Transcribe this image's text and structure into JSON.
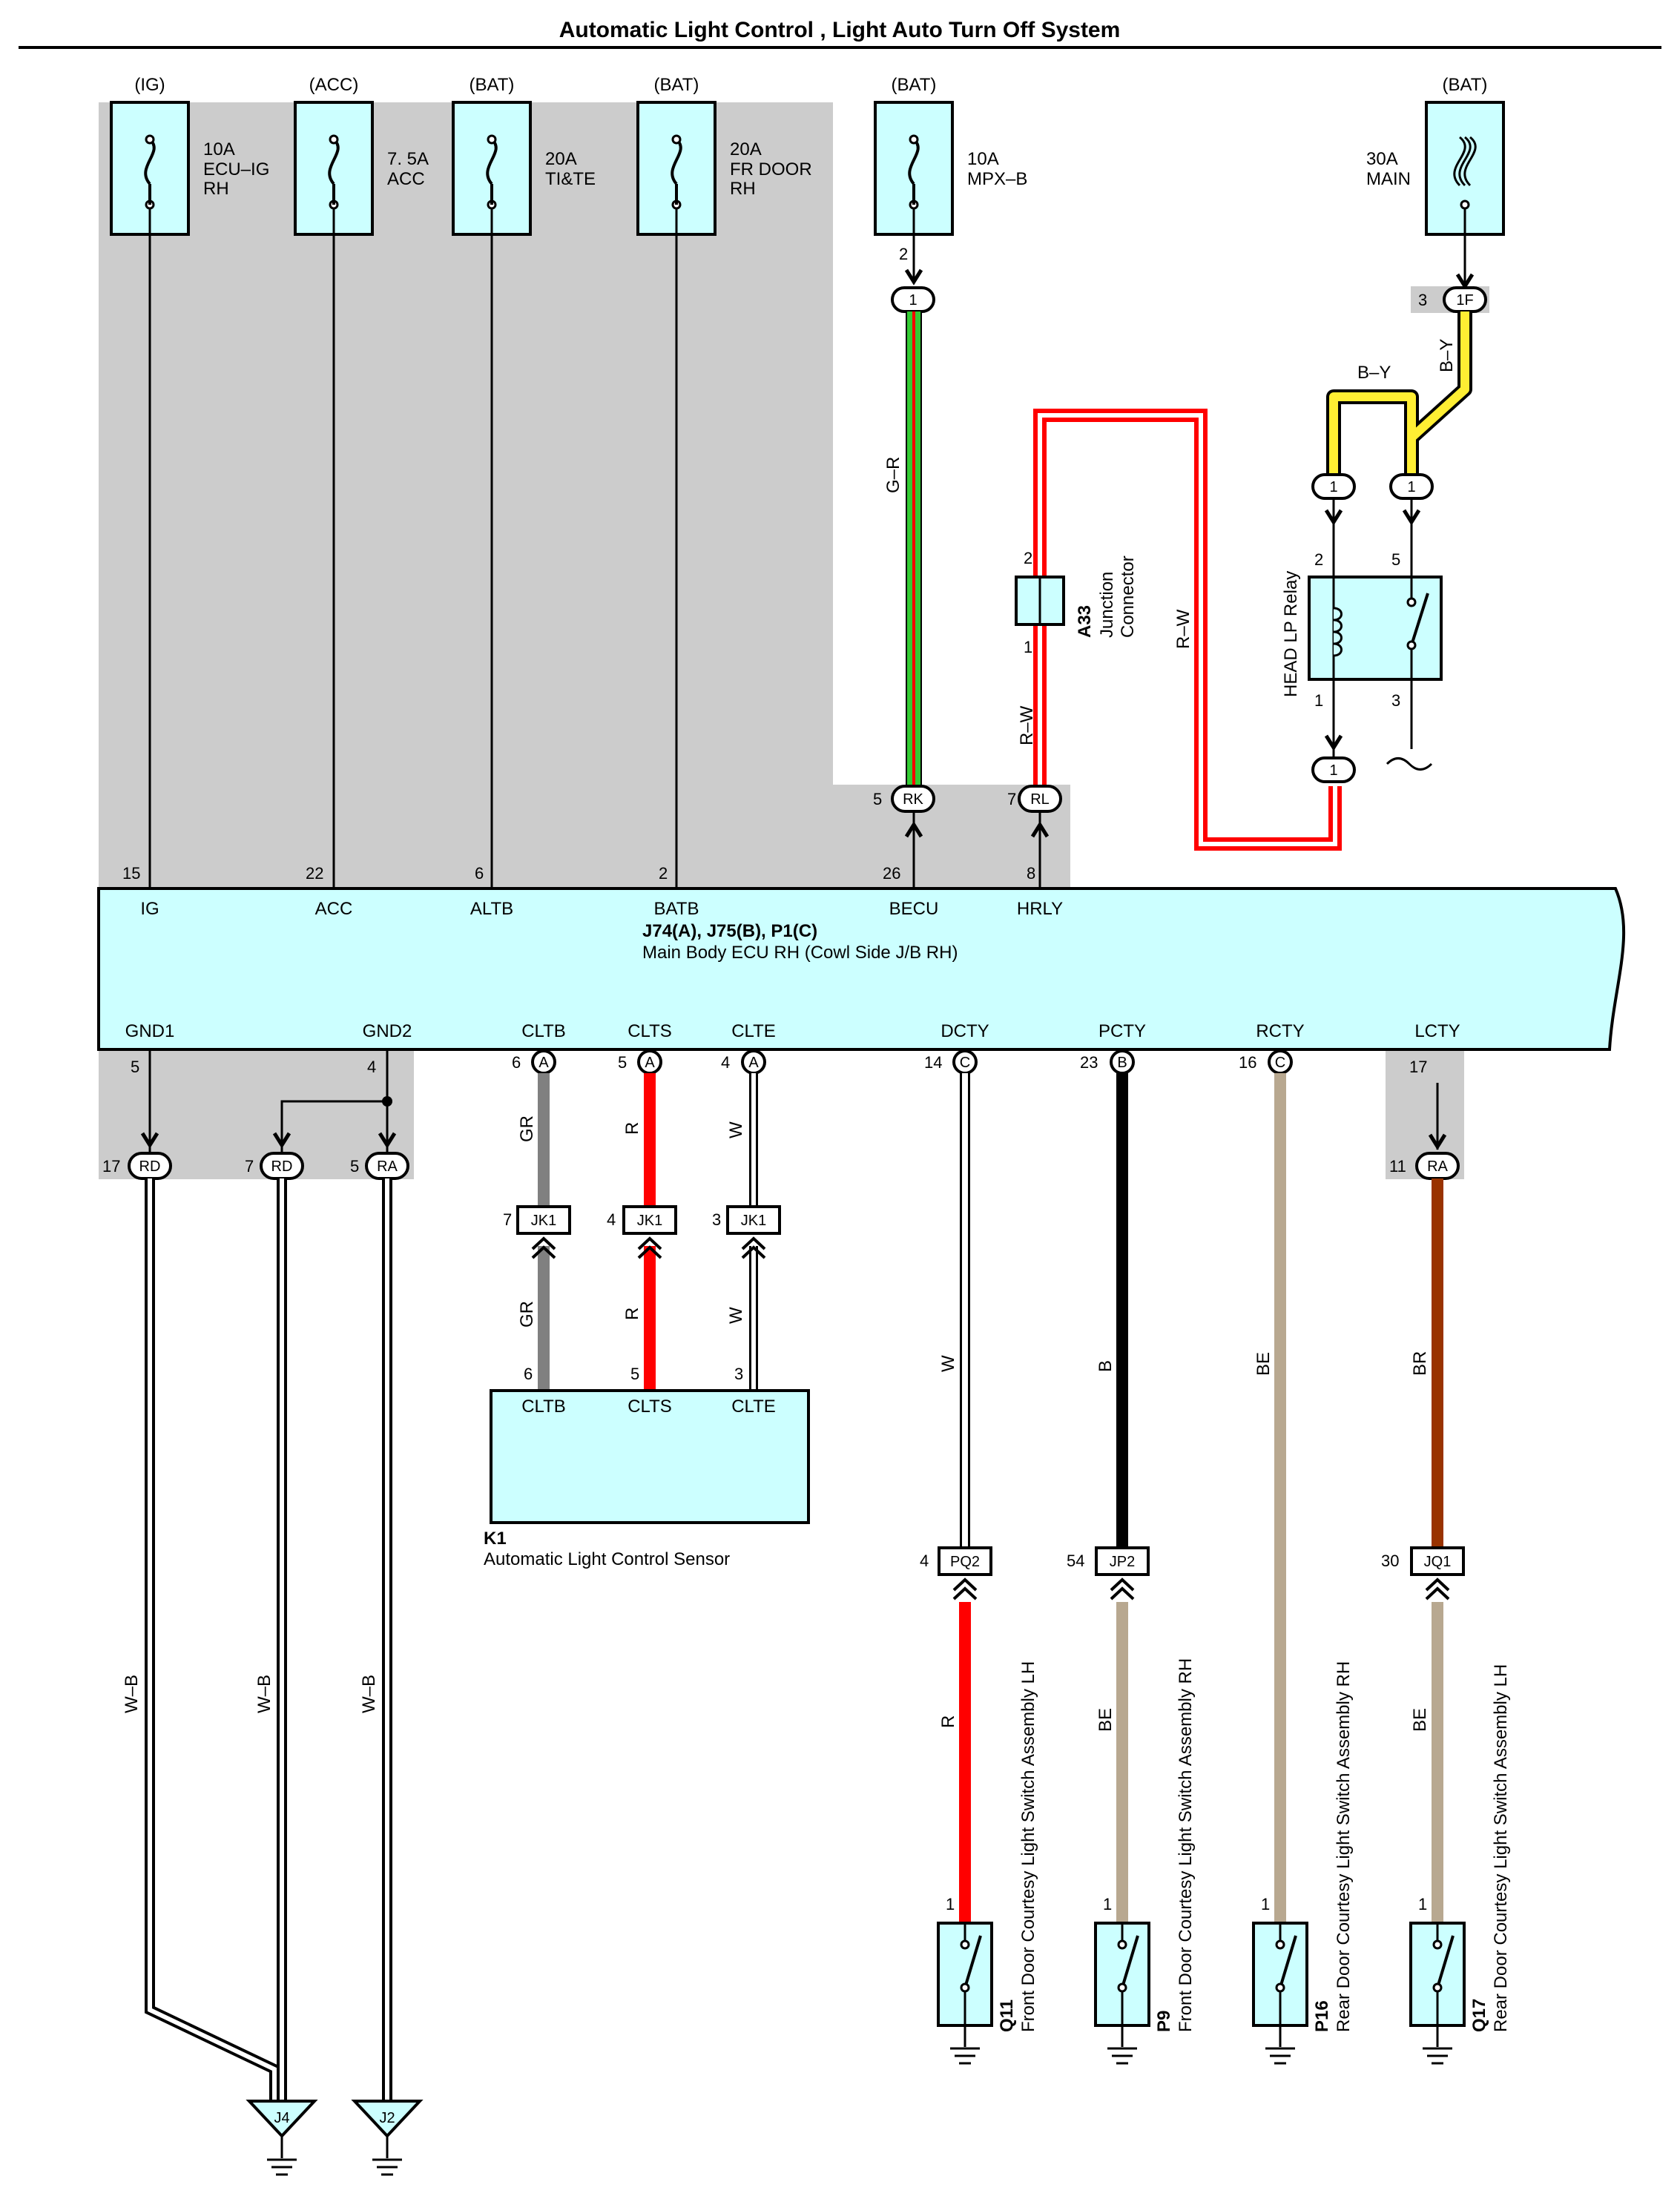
{
  "title": "Automatic Light Control , Light Auto Turn Off System",
  "fuses": [
    {
      "source": "(IG)",
      "l1": "10A",
      "l2": "ECU–IG",
      "l3": "RH"
    },
    {
      "source": "(ACC)",
      "l1": "7. 5A",
      "l2": "ACC",
      "l3": ""
    },
    {
      "source": "(BAT)",
      "l1": "20A",
      "l2": "TI&TE",
      "l3": ""
    },
    {
      "source": "(BAT)",
      "l1": "20A",
      "l2": "FR DOOR",
      "l3": "RH"
    },
    {
      "source": "(BAT)",
      "l1": "10A",
      "l2": "MPX–B",
      "l3": ""
    },
    {
      "source": "(BAT)",
      "l1": "30A",
      "l2": "MAIN",
      "l3": ""
    }
  ],
  "ecu": {
    "name1": "J74(A), J75(B), P1(C)",
    "name2": "Main Body ECU RH (Cowl Side J/B RH)",
    "top_terms": [
      {
        "pin": "15",
        "label": "IG"
      },
      {
        "pin": "22",
        "label": "ACC"
      },
      {
        "pin": "6",
        "label": "ALTB"
      },
      {
        "pin": "2",
        "label": "BATB"
      },
      {
        "pin": "26",
        "label": "BECU"
      },
      {
        "pin": "8",
        "label": "HRLY"
      }
    ],
    "bottom_terms": [
      {
        "pin": "5",
        "label": "GND1",
        "conn": ""
      },
      {
        "pin": "4",
        "label": "GND2",
        "conn": ""
      },
      {
        "pin": "6",
        "label": "CLTB",
        "conn": "A"
      },
      {
        "pin": "5",
        "label": "CLTS",
        "conn": "A"
      },
      {
        "pin": "4",
        "label": "CLTE",
        "conn": "A"
      },
      {
        "pin": "14",
        "label": "DCTY",
        "conn": "C"
      },
      {
        "pin": "23",
        "label": "PCTY",
        "conn": "B"
      },
      {
        "pin": "16",
        "label": "RCTY",
        "conn": "C"
      },
      {
        "pin": "17",
        "label": "LCTY",
        "conn": ""
      }
    ]
  },
  "junctions": {
    "mpx_pin": "2",
    "mpx_conn": "1",
    "main_pin": "3",
    "main_conn": "1F",
    "rk_pin": "5",
    "rk": "RK",
    "rl_pin": "7",
    "rl": "RL",
    "ground_conns": [
      {
        "pin": "17",
        "name": "RD"
      },
      {
        "pin": "7",
        "name": "RD"
      },
      {
        "pin": "5",
        "name": "RA"
      }
    ],
    "lcty_conn": {
      "pin": "11",
      "name": "RA"
    }
  },
  "wire_colors": {
    "gr": "G–R",
    "rw1": "R–W",
    "rw2": "R–W",
    "by1": "B–Y",
    "by2": "B–Y",
    "wb": "W–B",
    "clt_gr": "GR",
    "clt_r": "R",
    "clt_w": "W",
    "dcty": "W",
    "pcty": "B",
    "rcty": "BE",
    "lcty": "BR",
    "q11": "R",
    "p9": "BE",
    "q17": "BE"
  },
  "a33": {
    "code": "A33",
    "name1": "Junction",
    "name2": "Connector",
    "pin_top": "2",
    "pin_bottom": "1"
  },
  "relay": {
    "name": "HEAD LP Relay",
    "p2": "2",
    "p5": "5",
    "p1": "1",
    "p3": "3",
    "conn_a": "1",
    "conn_b": "1",
    "conn_c": "1"
  },
  "jk1": [
    {
      "pin": "7",
      "name": "JK1"
    },
    {
      "pin": "4",
      "name": "JK1"
    },
    {
      "pin": "3",
      "name": "JK1"
    }
  ],
  "sensor": {
    "code": "K1",
    "name": "Automatic Light Control Sensor",
    "pins": [
      {
        "pin": "6",
        "label": "CLTB"
      },
      {
        "pin": "5",
        "label": "CLTS"
      },
      {
        "pin": "3",
        "label": "CLTE"
      }
    ]
  },
  "door_connectors": [
    {
      "pin": "4",
      "name": "PQ2"
    },
    {
      "pin": "54",
      "name": "JP2"
    },
    {
      "pin": "30",
      "name": "JQ1"
    }
  ],
  "switches": [
    {
      "code": "Q11",
      "name": "Front Door Courtesy Light Switch Assembly LH",
      "pin": "1"
    },
    {
      "code": "P9",
      "name": "Front Door Courtesy Light Switch Assembly RH",
      "pin": "1"
    },
    {
      "code": "P16",
      "name": "Rear Door Courtesy Light Switch Assembly RH",
      "pin": "1"
    },
    {
      "code": "Q17",
      "name": "Rear Door Courtesy Light Switch Assembly LH",
      "pin": "1"
    }
  ],
  "grounds": [
    {
      "name": "J4"
    },
    {
      "name": "J2"
    }
  ],
  "colors": {
    "panel": "#ccffff",
    "shade": "#cccccc",
    "red": "#ff0000",
    "green": "#33cc33",
    "yellow": "#ffee33",
    "beige": "#b8a890",
    "brown": "#993300",
    "gray": "#808080"
  }
}
